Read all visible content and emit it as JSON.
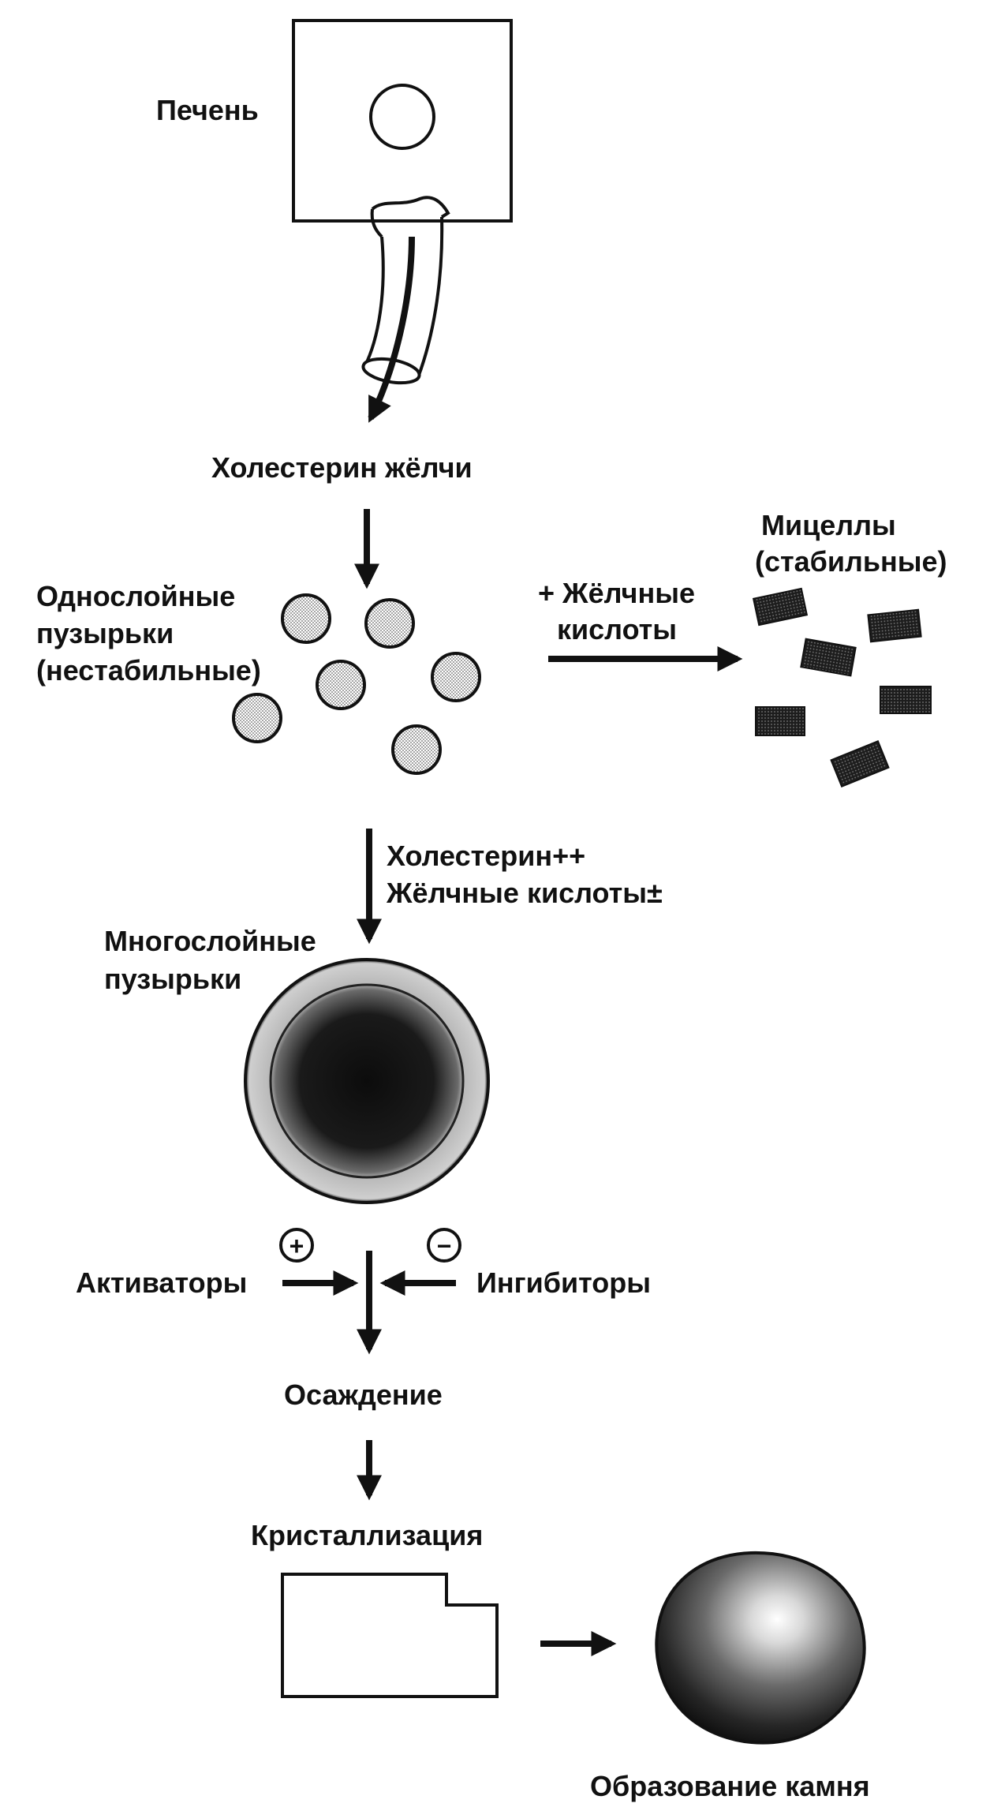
{
  "labels": {
    "liver": "Печень",
    "bile_cholesterol": "Холестерин жёлчи",
    "micelles_line1": "Мицеллы",
    "micelles_line2": "(стабильные)",
    "bile_acids_line1": "+ Жёлчные",
    "bile_acids_line2": "кислоты",
    "unilamellar_line1": "Однослойные",
    "unilamellar_line2": "пузырьки",
    "unilamellar_line3": "(нестабильные)",
    "cholesterol_plus": "Холестерин++",
    "bile_acids_pm": "Жёлчные кислоты±",
    "multilamellar_line1": "Многослойные",
    "multilamellar_line2": "пузырьки",
    "activators": "Активаторы",
    "inhibitors": "Ингибиторы",
    "plus_sign": "+",
    "minus_sign": "−",
    "precipitation": "Осаждение",
    "crystallization": "Кристаллизация",
    "stone_formation": "Образование камня"
  },
  "colors": {
    "ink": "#111111",
    "light_dots": "#c9c9c9",
    "micelle_fill": "#2f2f2f",
    "background": "#ffffff"
  }
}
